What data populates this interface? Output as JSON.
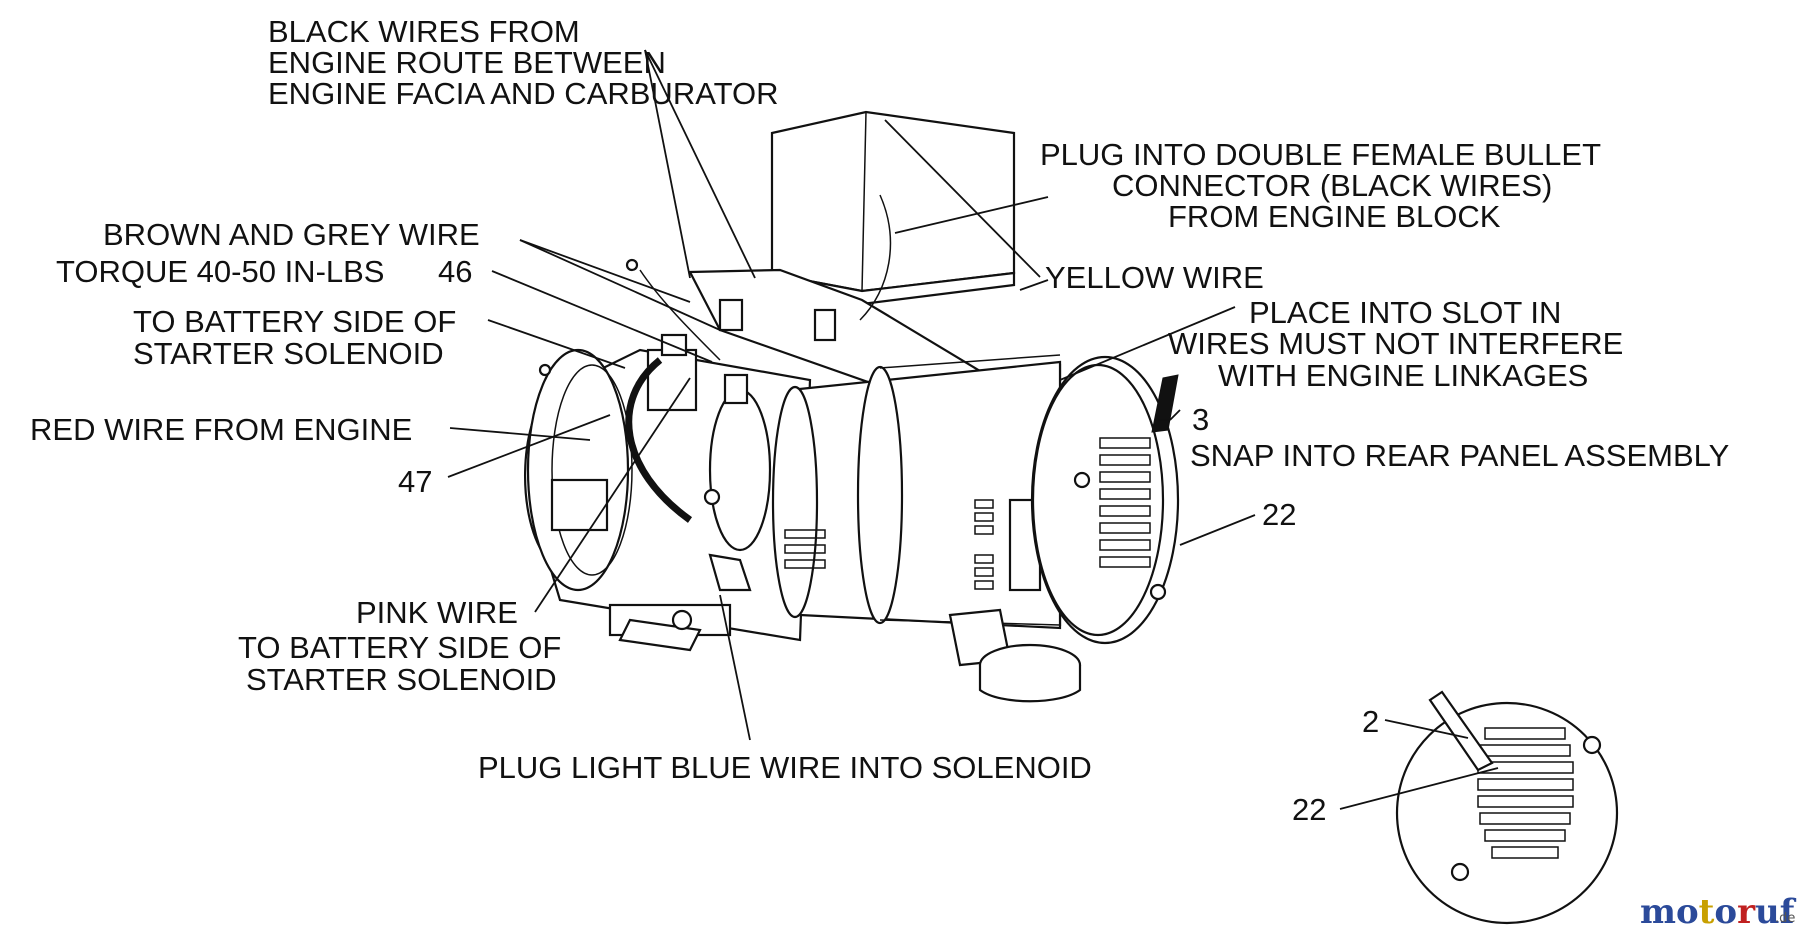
{
  "labels": {
    "black_wires": [
      "BLACK WIRES FROM",
      "ENGINE ROUTE BETWEEN",
      "ENGINE FACIA AND CARBURATOR"
    ],
    "plug_into": [
      "PLUG INTO DOUBLE FEMALE BULLET",
      "CONNECTOR (BLACK WIRES)",
      "FROM ENGINE BLOCK"
    ],
    "brown_grey": "BROWN AND GREY WIRE",
    "torque": "TORQUE 40-50 IN-LBS",
    "part_46": "46",
    "yellow_wire": "YELLOW WIRE",
    "battery_side_1": [
      "TO BATTERY SIDE OF",
      "STARTER SOLENOID"
    ],
    "place_slot": [
      "PLACE INTO SLOT IN",
      "WIRES MUST NOT INTERFERE",
      "WITH ENGINE LINKAGES"
    ],
    "red_wire": "RED WIRE FROM ENGINE",
    "part_3": "3",
    "snap_rear": "SNAP INTO REAR PANEL ASSEMBLY",
    "part_47": "47",
    "part_22_main": "22",
    "pink_wire": "PINK WIRE",
    "battery_side_2": [
      "TO BATTERY SIDE OF",
      "STARTER SOLENOID"
    ],
    "light_blue": "PLUG LIGHT BLUE WIRE INTO SOLENOID",
    "part_2": "2",
    "part_22_detail": "22"
  },
  "watermark": {
    "text": "motoruf",
    "suffix": ".de",
    "colors": [
      "#2b4a9a",
      "#2b4a9a",
      "#c8a000",
      "#2b4a9a",
      "#c02020",
      "#2b4a9a",
      "#2b4a9a"
    ]
  }
}
